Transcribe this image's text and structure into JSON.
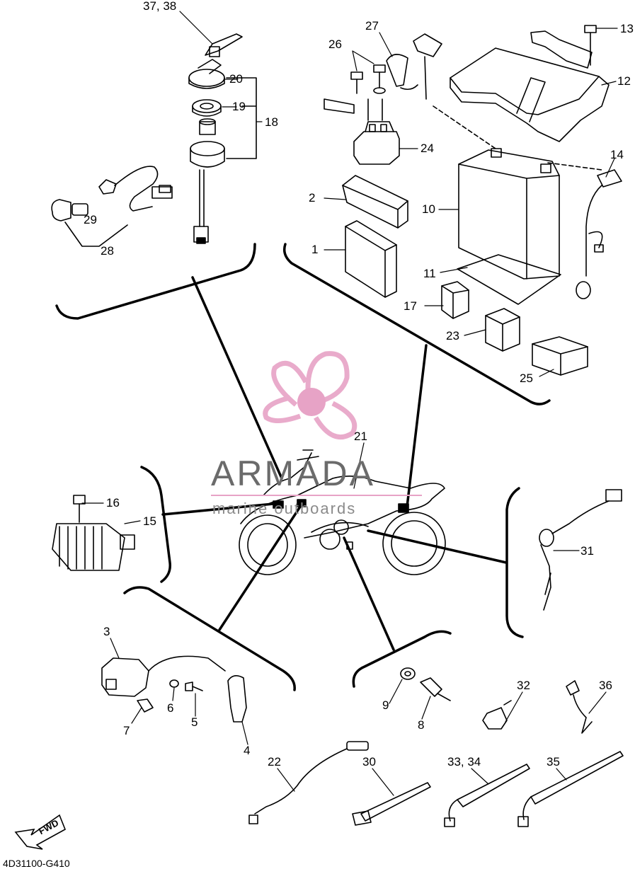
{
  "diagram_code": "4D31100-G410",
  "fwd_label": "FWD",
  "watermark": {
    "title": "ARMADA",
    "subtitle": "marine outboards"
  },
  "labels": {
    "p37_38": "37, 38",
    "p20": "20",
    "p19": "19",
    "p18": "18",
    "p29": "29",
    "p28": "28",
    "p27": "27",
    "p26": "26",
    "p13": "13",
    "p12": "12",
    "p24": "24",
    "p14": "14",
    "p2": "2",
    "p10": "10",
    "p1": "1",
    "p11": "11",
    "p17": "17",
    "p23": "23",
    "p25": "25",
    "p21": "21",
    "p16": "16",
    "p15": "15",
    "p31": "31",
    "p3": "3",
    "p6": "6",
    "p5": "5",
    "p7": "7",
    "p4": "4",
    "p9": "9",
    "p8": "8",
    "p32": "32",
    "p36": "36",
    "p22": "22",
    "p30": "30",
    "p33_34": "33, 34",
    "p35": "35"
  },
  "colors": {
    "line": "#000000",
    "watermark_pink": "#e7a3c6",
    "watermark_text": "#6b6b6b"
  }
}
